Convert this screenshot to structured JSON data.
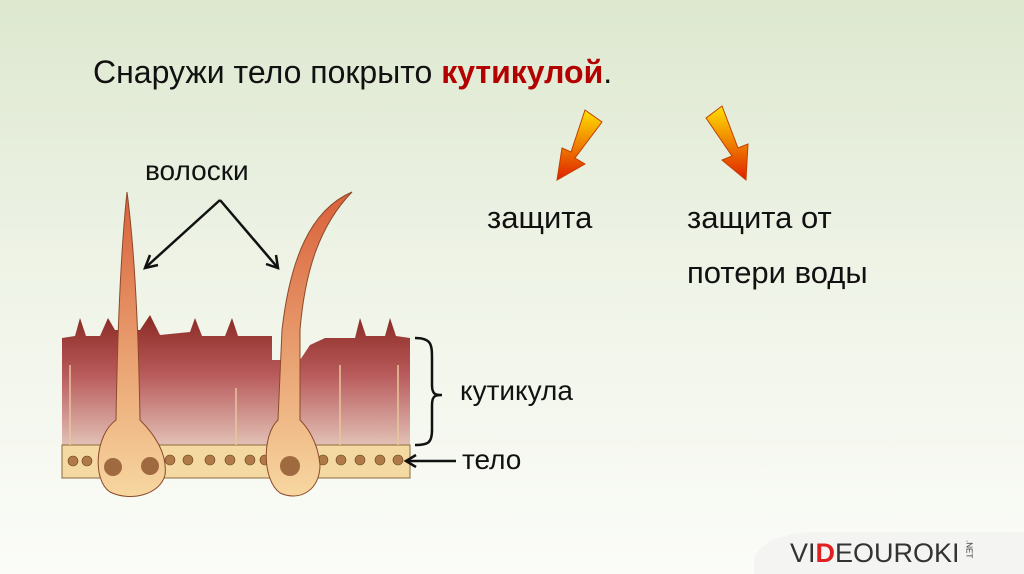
{
  "title": {
    "prefix": "Снаружи тело покрыто ",
    "highlight": "кутикулой",
    "suffix": "."
  },
  "functions": [
    {
      "label": "защита"
    },
    {
      "label_line1": "защита от",
      "label_line2": "потери воды"
    }
  ],
  "diagram": {
    "hairs_label": "волоски",
    "cuticle_label": "кутикула",
    "body_label": "тело"
  },
  "logo": {
    "text_a": "VI",
    "text_d": "D",
    "text_b": "EOUROKI",
    "suffix": ".NET"
  },
  "colors": {
    "highlight": "#b30000",
    "arrow_from": "#ffd200",
    "arrow_to": "#e02000"
  }
}
